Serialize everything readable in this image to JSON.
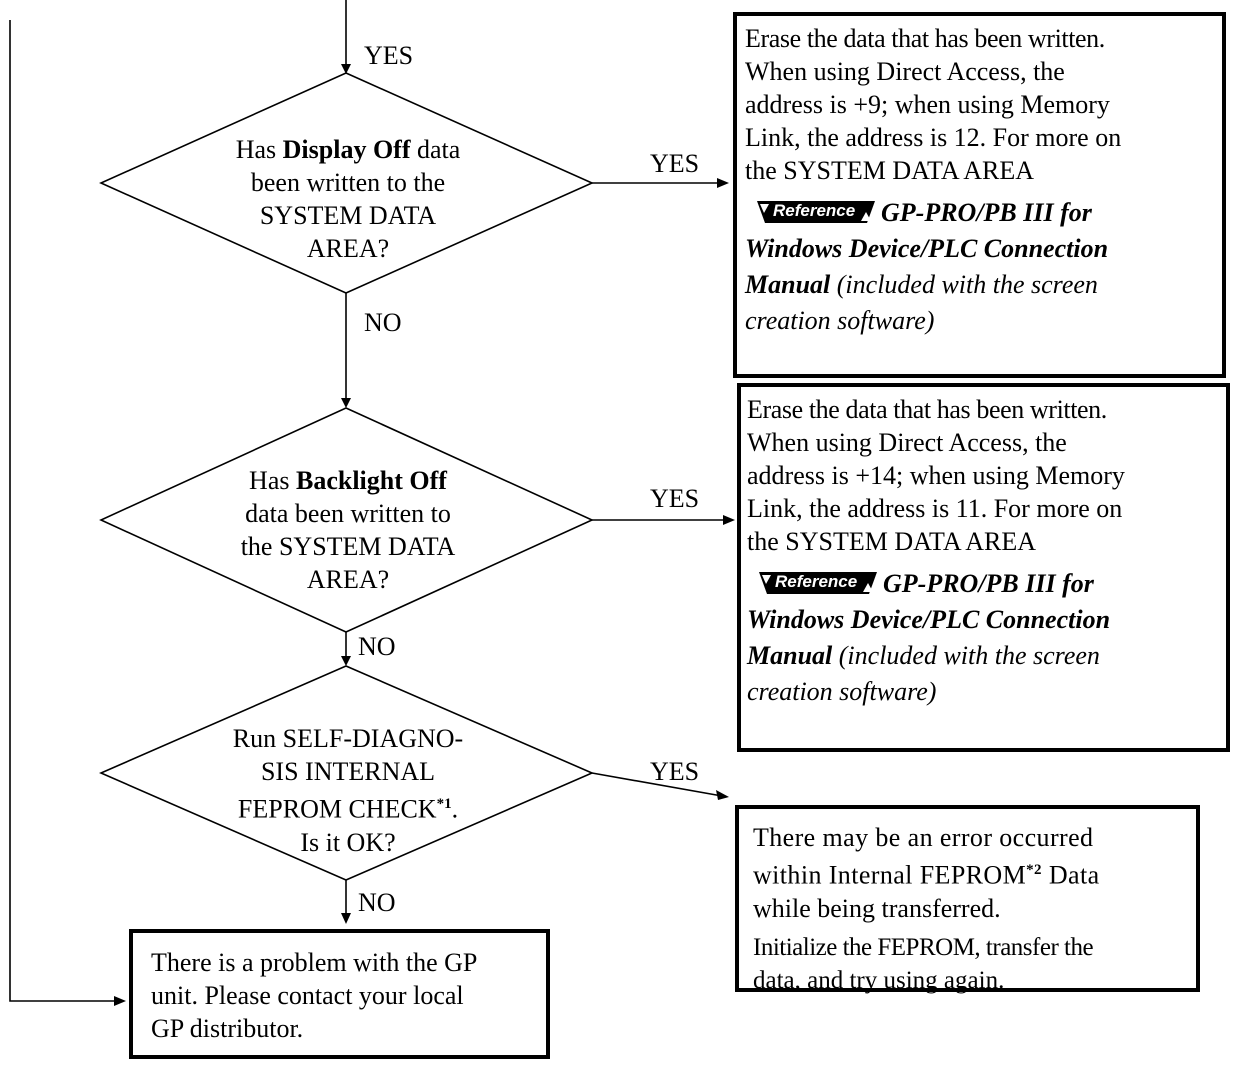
{
  "labels": {
    "yes_top": "YES",
    "no_1": "NO",
    "yes_1": "YES",
    "yes_2": "YES",
    "no_2": "NO",
    "yes_3": "YES",
    "no_3": "NO"
  },
  "decision_1": {
    "pre": "Has ",
    "bold": "Display Off",
    "post": " data",
    "line2": "been written to the",
    "line3": "SYSTEM DATA",
    "line4": "AREA?"
  },
  "decision_2": {
    "pre": "Has ",
    "bold": "Backlight Off",
    "line2": "data been written to",
    "line3": "the SYSTEM DATA",
    "line4": "AREA?"
  },
  "decision_3": {
    "line1": "Run SELF-DIAGNO-",
    "line2": "SIS INTERNAL",
    "line3_pre": "FEPROM CHECK",
    "line3_sup": "*1",
    "line3_post": ".",
    "line4": "Is it OK?"
  },
  "box_1": {
    "line1": "Erase the data that has been written.",
    "line2": "When using Direct Access, the",
    "line3": "address is +9; when using Memory",
    "line4": "Link, the address is 12.  For more on",
    "line5": "the SYSTEM DATA AREA",
    "reference_badge": "Reference",
    "ref_title_a": "GP-PRO/PB III for",
    "ref_title_b": "Windows Device/PLC Connection",
    "ref_title_c": "Manual",
    "ref_note_a": " (included with the screen",
    "ref_note_b": "creation software)"
  },
  "box_2": {
    "line1": "Erase the data that has been written.",
    "line2": "When using Direct Access, the",
    "line3": "address is +14; when using Memory",
    "line4": "Link, the address is 11.  For more on",
    "line5": "the SYSTEM DATA AREA",
    "reference_badge": "Reference",
    "ref_title_a": "GP-PRO/PB III for",
    "ref_title_b": "Windows Device/PLC Connection",
    "ref_title_c": "Manual",
    "ref_note_a": "  (included with the screen",
    "ref_note_b": "creation software)"
  },
  "box_3": {
    "line1": "There may be an error occurred",
    "line2_pre": "within Internal FEPROM",
    "line2_sup": "*2",
    "line2_post": " Data",
    "line3": "while being transferred.",
    "line4": "Initialize the FEPROM, transfer the",
    "line5": "data, and try using again."
  },
  "box_final": {
    "line1": "There is a problem with the GP",
    "line2": "unit.  Please contact your local",
    "line3": "GP distributor."
  }
}
